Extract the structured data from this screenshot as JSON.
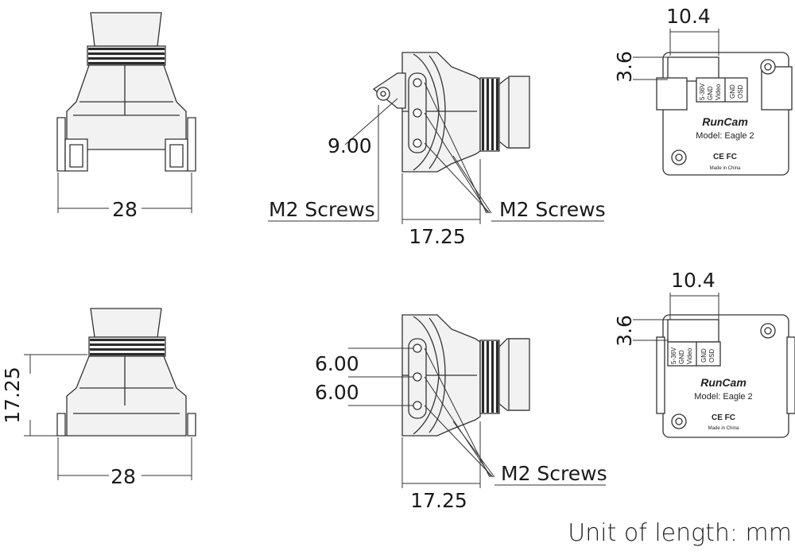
{
  "dimensions": {
    "front_top_width": "28",
    "front_bottom_width": "28",
    "front_bottom_height": "17.25",
    "side_top_depth": "17.25",
    "side_bottom_depth": "17.25",
    "side_top_hole_spacing": "9.00",
    "side_bottom_spacing_a": "6.00",
    "side_bottom_spacing_b": "6.00",
    "back_top_width": "10.4",
    "back_top_height": "3.6",
    "back_bottom_width": "10.4",
    "back_bottom_height": "3.6"
  },
  "labels": {
    "m2_left": "M2 Screws",
    "m2_right_top": "M2 Screws",
    "m2_right_bottom": "M2 Screws",
    "unit": "Unit of length: mm"
  },
  "back_panel": {
    "pins_left": [
      "5-36V",
      "GND",
      "Video"
    ],
    "pins_right": [
      "GND",
      "OSD"
    ],
    "brand": "RunCam",
    "model": "Model: Eagle 2",
    "cert": "CE FC",
    "made_in": "Made in China"
  }
}
